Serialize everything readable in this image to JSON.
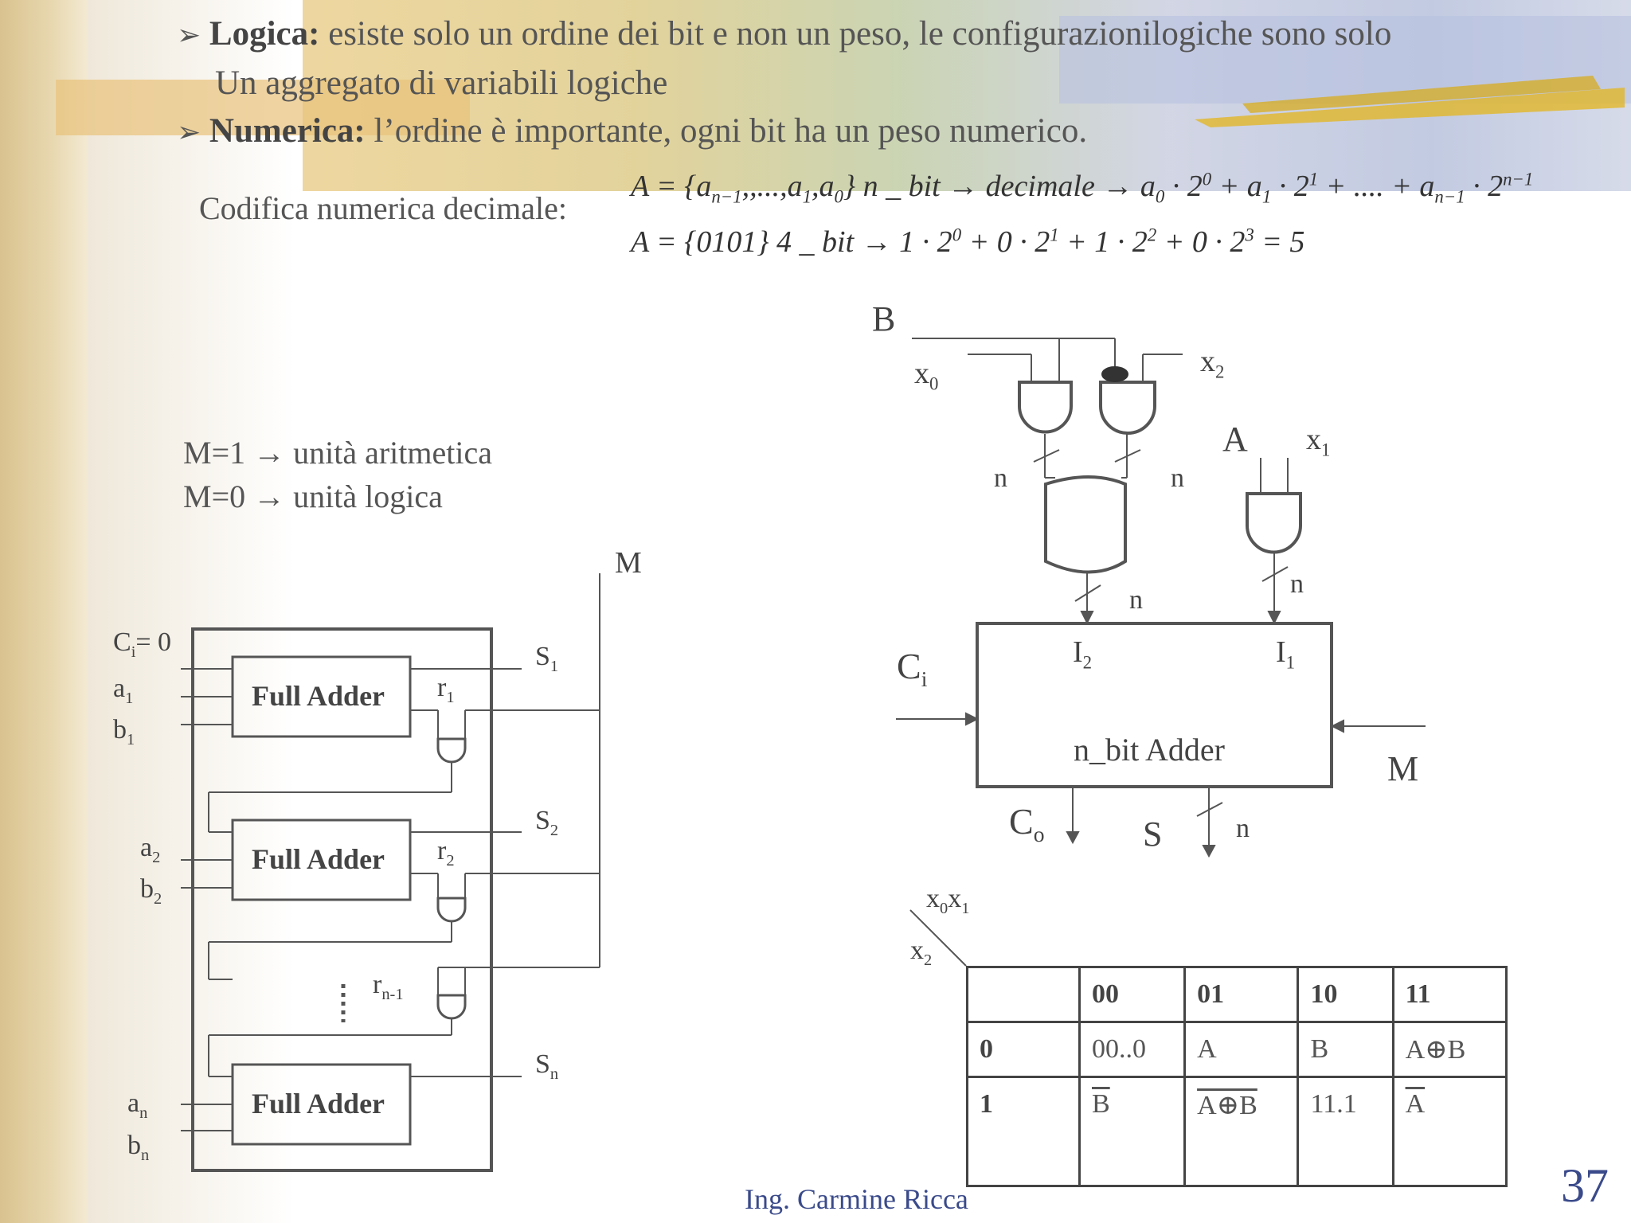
{
  "bullets": [
    {
      "term": "Logica:",
      "text": " esiste solo un ordine dei bit e non un peso, le configurazionilogiche sono solo",
      "cont": "Un aggregato di variabili logiche"
    },
    {
      "term": "Numerica:",
      "text": " l’ordine è importante, ogni bit ha un peso numerico."
    }
  ],
  "coding": {
    "label": "Codifica numerica decimale:",
    "formula1": "A = {a_(n−1),,...,a_1,a_0} n_bit → decimale → a_0·2^0 + a_1·2^1 + .... + a_(n−1)·2^(n−1)",
    "formula2": "A = {0101} 4_bit → 1·2^0 + 0·2^1 + 1·2^2 + 0·2^3 = 5"
  },
  "mode": {
    "line1": "M=1 → unità aritmetica",
    "line2": "M=0 → unità logica"
  },
  "left_diagram": {
    "m": "M",
    "ci": "C",
    "ci_sub": "i",
    "ci_val": "= 0",
    "fa_label": "Full Adder",
    "a": "a",
    "b": "b",
    "s": "S",
    "r": "r",
    "sub1": "1",
    "sub2": "2",
    "subn": "n",
    "subn1": "n-1"
  },
  "right_diagram": {
    "b": "B",
    "a": "A",
    "x": "x",
    "sub0": "0",
    "sub1": "1",
    "sub2": "2",
    "n": "n",
    "i": "I",
    "c": "C",
    "ci_sub": "i",
    "co_sub": "o",
    "adder": "n_bit Adder",
    "m": "M",
    "s": "S"
  },
  "truth_table": {
    "header_x01": "x",
    "corner_x2": "x",
    "columns": [
      "00",
      "01",
      "10",
      "11"
    ],
    "rows": [
      {
        "label": "0",
        "cells": [
          "00..0",
          "A",
          "B",
          "A⊕B"
        ]
      },
      {
        "label": "1",
        "cells": [
          "B",
          "A⊕B",
          "11.1",
          "A"
        ]
      }
    ]
  },
  "footer": {
    "author": "Ing. Carmine Ricca",
    "page": "37"
  }
}
